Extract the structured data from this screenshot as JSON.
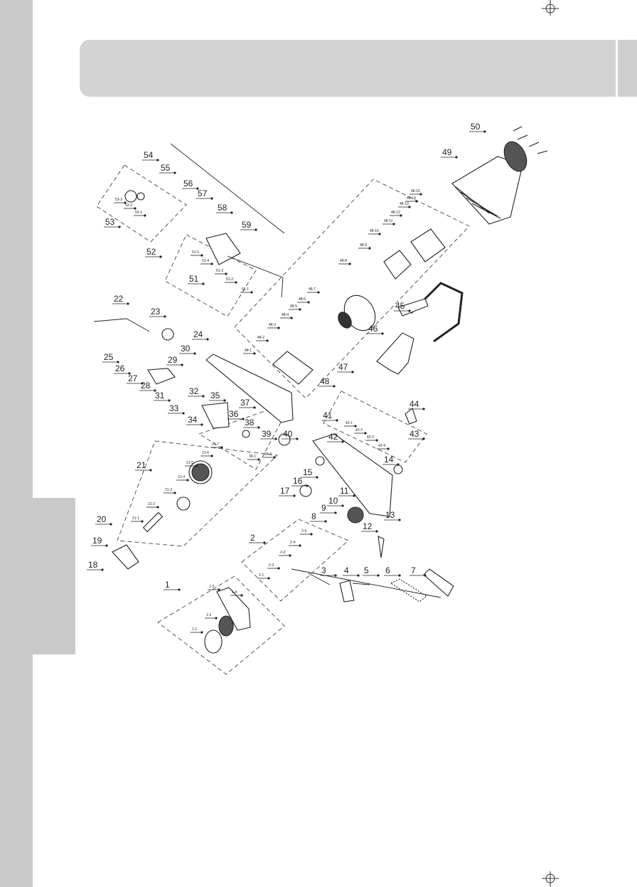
{
  "labels": {
    "main": [
      "1",
      "2",
      "3",
      "4",
      "5",
      "6",
      "7",
      "8",
      "9",
      "10",
      "11",
      "12",
      "13",
      "14",
      "15",
      "16",
      "17",
      "18",
      "19",
      "20",
      "21",
      "22",
      "23",
      "24",
      "25",
      "26",
      "27",
      "28",
      "29",
      "30",
      "31",
      "32",
      "33",
      "34",
      "35",
      "36",
      "37",
      "38",
      "39",
      "40",
      "41",
      "42",
      "43",
      "44",
      "45",
      "46",
      "47",
      "48",
      "49",
      "50",
      "51",
      "52",
      "53",
      "54",
      "55",
      "56",
      "57",
      "58",
      "59"
    ],
    "sub": [
      "1-1",
      "1-2",
      "1-3",
      "1-4",
      "2-1",
      "2-2",
      "2-3",
      "2-4",
      "2-5",
      "21-1",
      "21-2",
      "21-3",
      "21-4",
      "21-5",
      "21-6",
      "21-7",
      "39-1",
      "39-2",
      "42-1",
      "42-2",
      "42-3",
      "42-4",
      "48-1",
      "48-2",
      "48-3",
      "48-4",
      "48-5",
      "48-6",
      "48-7",
      "48-8",
      "48-9",
      "48-10",
      "48-11",
      "48-12",
      "48-13",
      "48-14",
      "48-15",
      "51-1",
      "51-2",
      "51-3",
      "51-4",
      "51-5",
      "53-1",
      "53-2",
      "53-3"
    ]
  },
  "colors": {
    "ink": "#222222",
    "panel": "#d3d3d3",
    "edge": "#c9c9c9",
    "part_fill": "#ffffff"
  }
}
